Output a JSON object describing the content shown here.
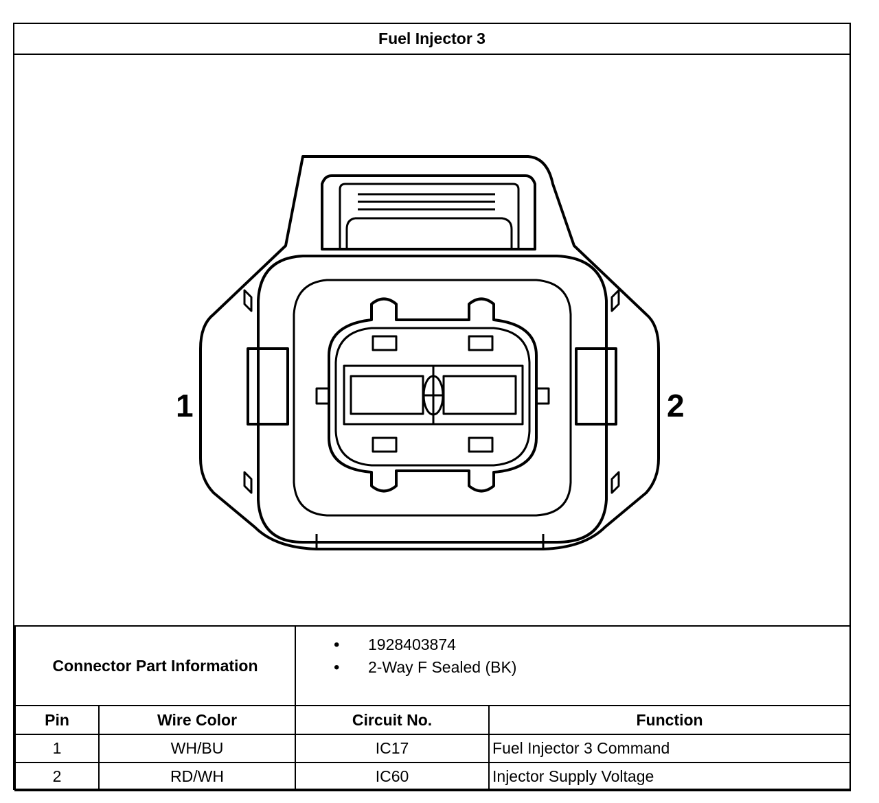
{
  "title": "Fuel Injector 3",
  "pin_labels": {
    "left": "1",
    "right": "2"
  },
  "connector_part_information": {
    "label": "Connector Part Information",
    "items": [
      "1928403874",
      "2-Way F Sealed (BK)"
    ]
  },
  "table": {
    "headers": {
      "pin": "Pin",
      "wire_color": "Wire Color",
      "circuit_no": "Circuit No.",
      "function": "Function"
    },
    "rows": [
      {
        "pin": "1",
        "wire_color": "WH/BU",
        "circuit_no": "IC17",
        "function": "Fuel Injector 3 Command"
      },
      {
        "pin": "2",
        "wire_color": "RD/WH",
        "circuit_no": "IC60",
        "function": "Injector Supply Voltage"
      }
    ]
  }
}
